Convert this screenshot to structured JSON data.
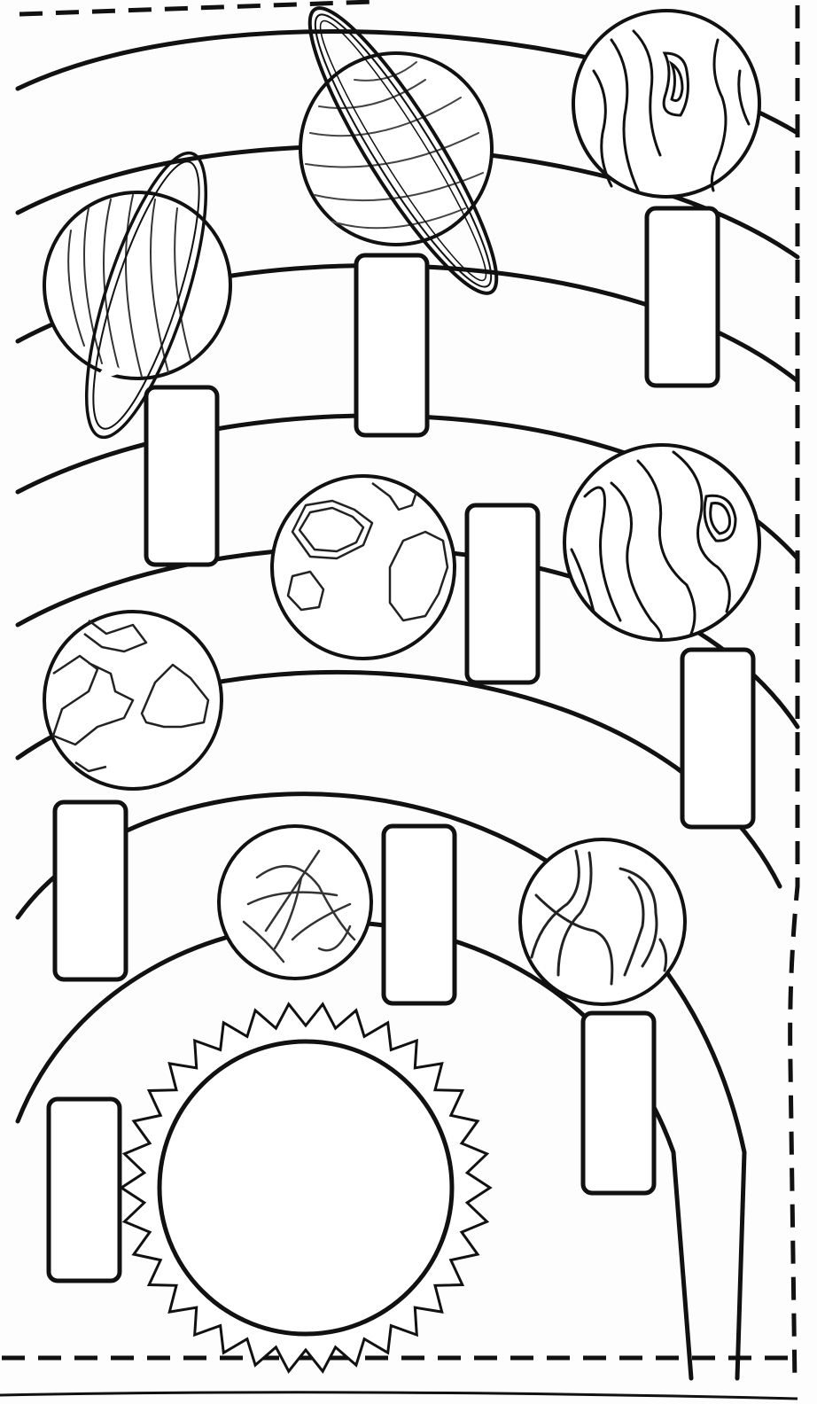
{
  "worksheet": {
    "title": "",
    "colors": {
      "ink": "#111111",
      "paper": "#ffffff",
      "background": "#fdfdfd"
    }
  },
  "sun": {
    "icon": "sun-icon",
    "label": ""
  },
  "planets": [
    {
      "key": "mercury",
      "icon": "mercury-icon",
      "label": ""
    },
    {
      "key": "venus",
      "icon": "venus-icon",
      "label": ""
    },
    {
      "key": "earth",
      "icon": "earth-icon",
      "label": ""
    },
    {
      "key": "mars",
      "icon": "mars-icon",
      "label": ""
    },
    {
      "key": "jupiter",
      "icon": "jupiter-icon",
      "label": ""
    },
    {
      "key": "saturn",
      "icon": "saturn-icon",
      "label": ""
    },
    {
      "key": "uranus",
      "icon": "uranus-icon",
      "label": ""
    },
    {
      "key": "neptune",
      "icon": "neptune-icon",
      "label": ""
    }
  ],
  "extra_label_boxes": [
    {
      "label": ""
    },
    {
      "label": ""
    },
    {
      "label": ""
    }
  ]
}
